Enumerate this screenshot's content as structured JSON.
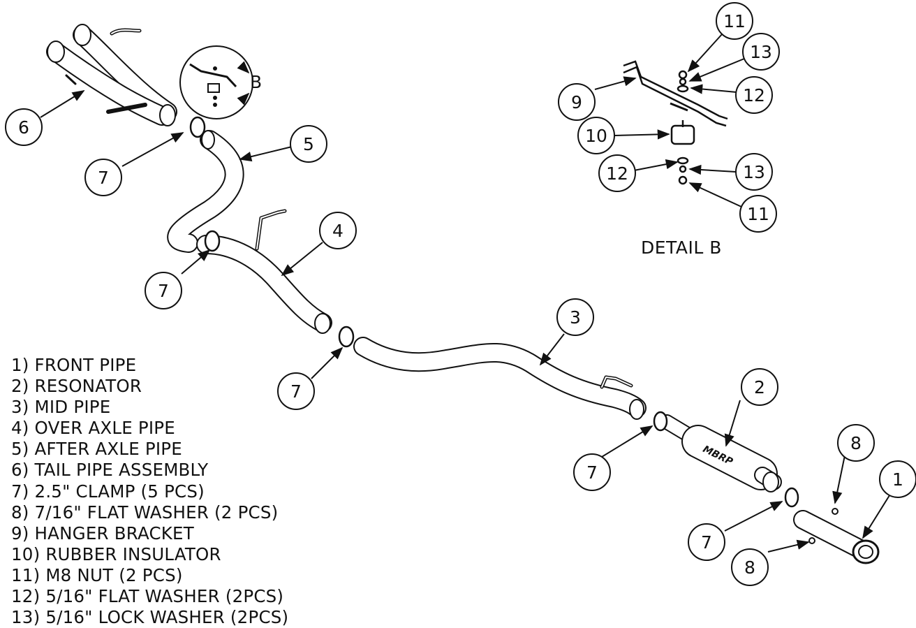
{
  "detail_label": "DETAIL B",
  "detail_marker": "B",
  "parts_list": [
    "1) FRONT PIPE",
    "2) RESONATOR",
    "3) MID PIPE",
    "4) OVER AXLE PIPE",
    "5) AFTER AXLE PIPE",
    "6) TAIL PIPE ASSEMBLY",
    "7) 2.5\" CLAMP (5 PCS)",
    "8) 7/16\" FLAT WASHER (2 PCS)",
    "9) HANGER BRACKET",
    "10) RUBBER INSULATOR",
    "11) M8 NUT (2 PCS)",
    "12) 5/16\" FLAT WASHER (2PCS)",
    "13) 5/16\" LOCK WASHER (2PCS)"
  ],
  "resonator_logo": "MBRP",
  "callouts": {
    "c1": "1",
    "c2": "2",
    "c3": "3",
    "c4": "4",
    "c5": "5",
    "c6": "6",
    "c7a": "7",
    "c7b": "7",
    "c7c": "7",
    "c7d": "7",
    "c7e": "7",
    "c8a": "8",
    "c8b": "8",
    "c9": "9",
    "c10": "10",
    "c11a": "11",
    "c11b": "11",
    "c12a": "12",
    "c12b": "12",
    "c13a": "13",
    "c13b": "13"
  }
}
